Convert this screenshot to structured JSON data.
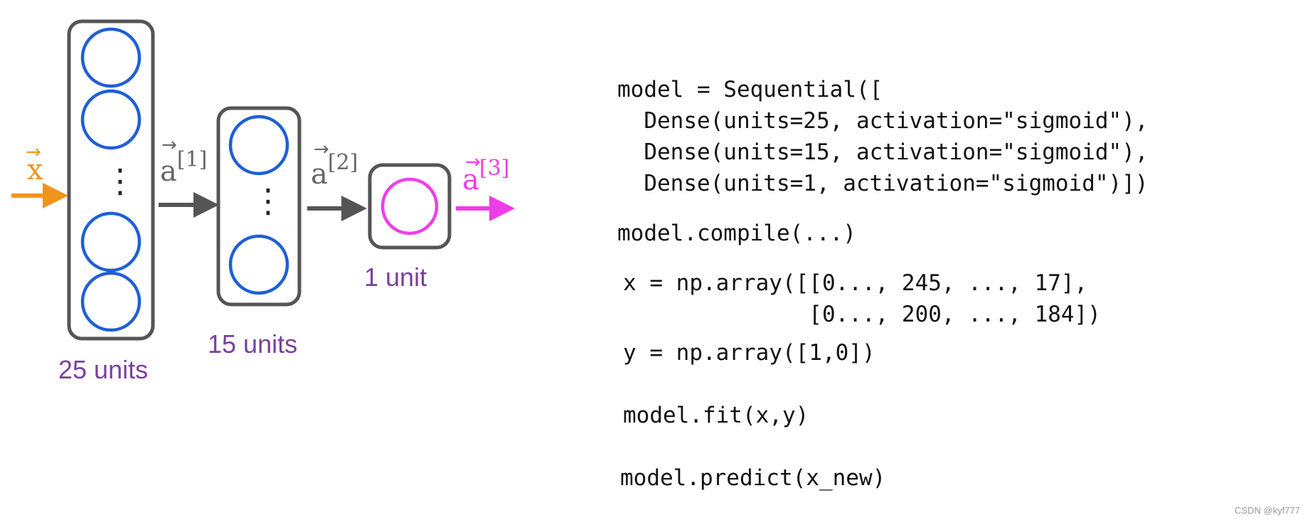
{
  "colors": {
    "input": "#f0941b",
    "hidden_neuron": "#1f5fd6",
    "output": "#ef3de8",
    "unit_label": "#7a3fa0",
    "arrow_gray": "#555555",
    "activation_gray": "#666666"
  },
  "diagram": {
    "input_label": "x",
    "vector_mark": "→",
    "activations": [
      {
        "base": "a",
        "sup": "[1]"
      },
      {
        "base": "a",
        "sup": "[2]"
      },
      {
        "base": "a",
        "sup": "[3]"
      }
    ],
    "layers": [
      {
        "units_label": "25 units",
        "dots": "⋮"
      },
      {
        "units_label": "15 units",
        "dots": "⋮"
      },
      {
        "units_label": "1 unit"
      }
    ]
  },
  "code": {
    "lines": [
      "model = Sequential([",
      "  Dense(units=25, activation=\"sigmoid\"),",
      "  Dense(units=15, activation=\"sigmoid\"),",
      "  Dense(units=1, activation=\"sigmoid\")])",
      "model.compile(...)",
      "x = np.array([[0..., 245, ..., 17],",
      "              [0..., 200, ..., 184])",
      "y = np.array([1,0])",
      "model.fit(x,y)",
      "model.predict(x_new)"
    ]
  },
  "watermark": "CSDN @kyf777"
}
